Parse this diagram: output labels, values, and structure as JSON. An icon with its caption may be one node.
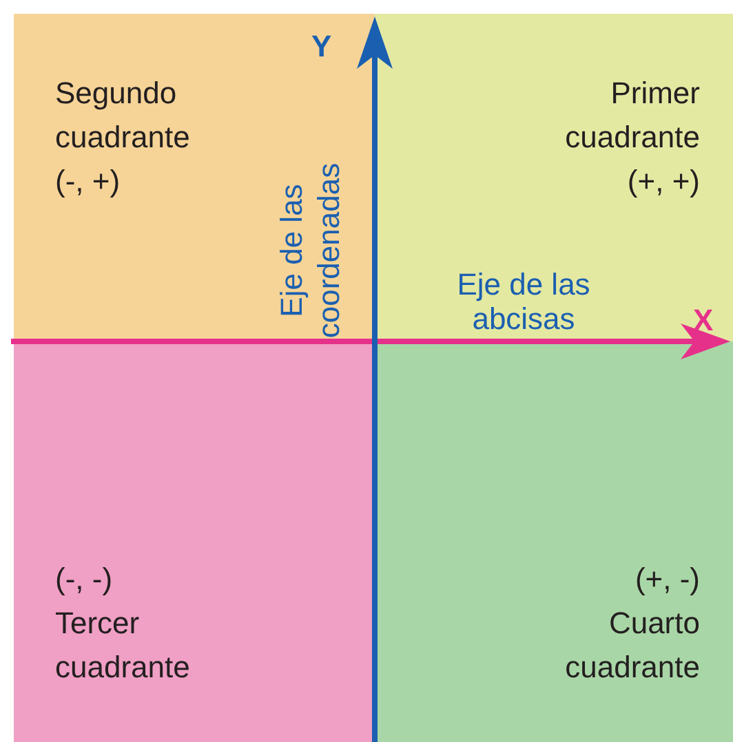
{
  "diagram": {
    "nodes": [
      {
        "text": [
          "Segundo cuadrante",
          "(-, +)"
        ]
      },
      {
        "text": [
          "Primer cuadrante",
          "(+, +)"
        ]
      },
      {
        "text": [
          "(-, -)",
          "Tercer cuadrante"
        ]
      },
      {
        "text": [
          "(+, -)",
          "Cuarto cuadrante"
        ]
      }
    ],
    "labels": [
      "Y",
      "Eje de las coordenadas",
      "Eje de las abcisas",
      "X"
    ]
  }
}
